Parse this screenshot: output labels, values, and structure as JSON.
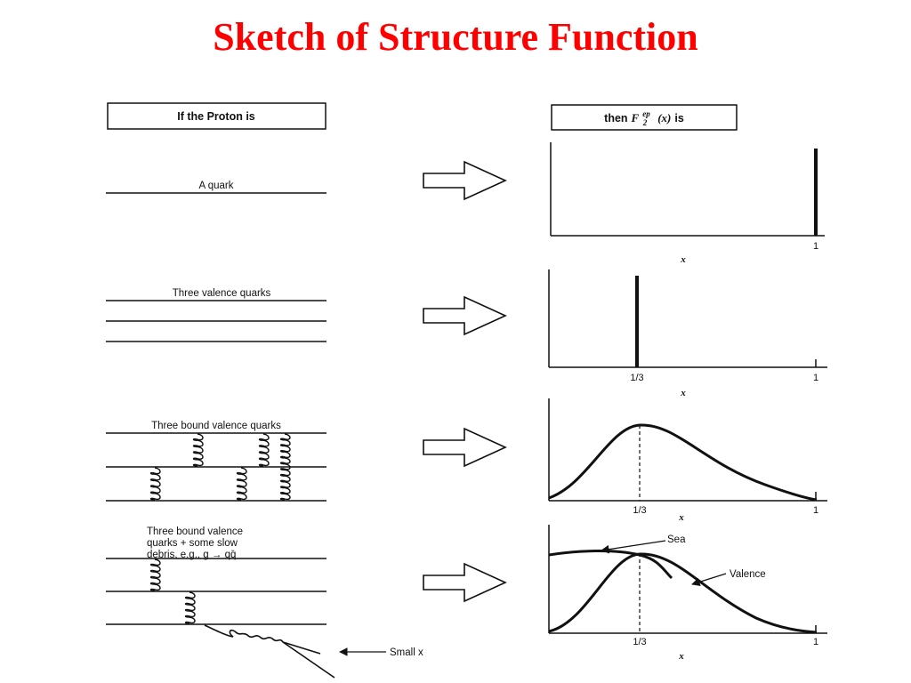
{
  "title": "Sketch of Structure Function",
  "colors": {
    "title": "#ff0000",
    "ink": "#111111",
    "background": "#ffffff"
  },
  "headers": {
    "left": "If the Proton is",
    "right_prefix": "then",
    "right_function": "F",
    "right_subscript": "2",
    "right_superscript": "ep",
    "right_argument": "(x)",
    "right_suffix": "is"
  },
  "rows": [
    {
      "proton_label": "A quark",
      "x_ticks": [
        "1"
      ],
      "x_axis_label": "x",
      "plot": "spike at x = 1"
    },
    {
      "proton_label": "Three valence quarks",
      "x_ticks": [
        "1/3",
        "1"
      ],
      "x_axis_label": "x",
      "plot": "spike at x = 1/3"
    },
    {
      "proton_label": "Three bound valence quarks",
      "x_ticks": [
        "1/3",
        "1"
      ],
      "x_axis_label": "x",
      "plot": "broad peak at x = 1/3"
    },
    {
      "proton_label_lines": [
        "Three bound valence",
        "quarks + some slow",
        "debris, e.g., g → qq̄"
      ],
      "x_ticks": [
        "1/3",
        "1"
      ],
      "x_axis_label": "x",
      "curve_labels": [
        "Sea",
        "Valence"
      ],
      "annotation": "Small x",
      "plot": "valence peak at x = 1/3 plus sea rising at small x"
    }
  ],
  "icons": [
    "right-arrow-icon",
    "gluon-coil-icon"
  ]
}
